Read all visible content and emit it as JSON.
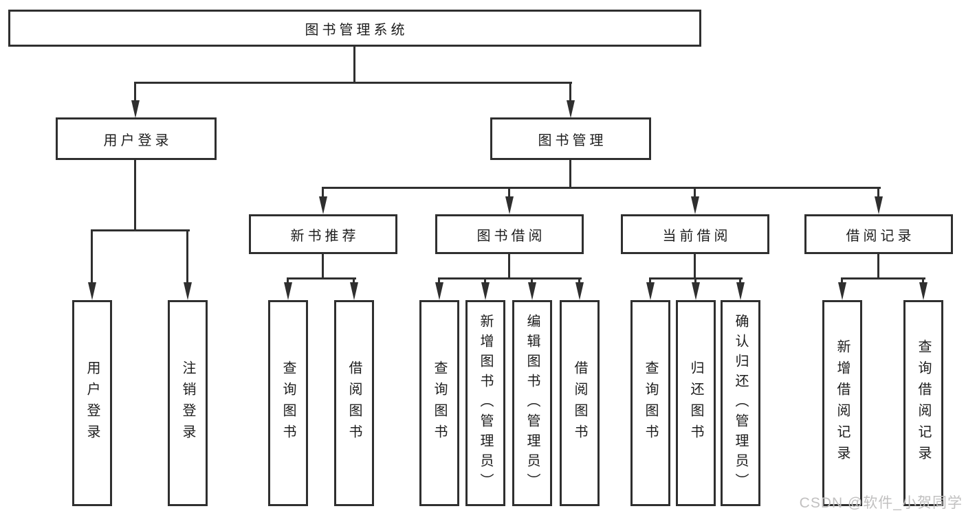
{
  "diagram": {
    "root": {
      "label": "图书管理系统",
      "children": [
        {
          "label": "用户登录",
          "children": [
            {
              "label": "用户登录"
            },
            {
              "label": "注销登录"
            }
          ]
        },
        {
          "label": "图书管理",
          "children": [
            {
              "label": "新书推荐",
              "children": [
                {
                  "label": "查询图书"
                },
                {
                  "label": "借阅图书"
                }
              ]
            },
            {
              "label": "图书借阅",
              "children": [
                {
                  "label": "查询图书"
                },
                {
                  "label": "新增图书（管理员）"
                },
                {
                  "label": "编辑图书（管理员）"
                },
                {
                  "label": "借阅图书"
                }
              ]
            },
            {
              "label": "当前借阅",
              "children": [
                {
                  "label": "查询图书"
                },
                {
                  "label": "归还图书"
                },
                {
                  "label": "确认归还（管理员）"
                }
              ]
            },
            {
              "label": "借阅记录",
              "children": [
                {
                  "label": "新增借阅记录"
                },
                {
                  "label": "查询借阅记录"
                }
              ]
            }
          ]
        }
      ]
    }
  },
  "watermark": {
    "text": "CSDN @软件_小贺同学"
  },
  "colors": {
    "line": "#2f2f2f",
    "text": "#1d1d1d",
    "background": "#ffffff",
    "watermark": "#c1c0c0"
  }
}
